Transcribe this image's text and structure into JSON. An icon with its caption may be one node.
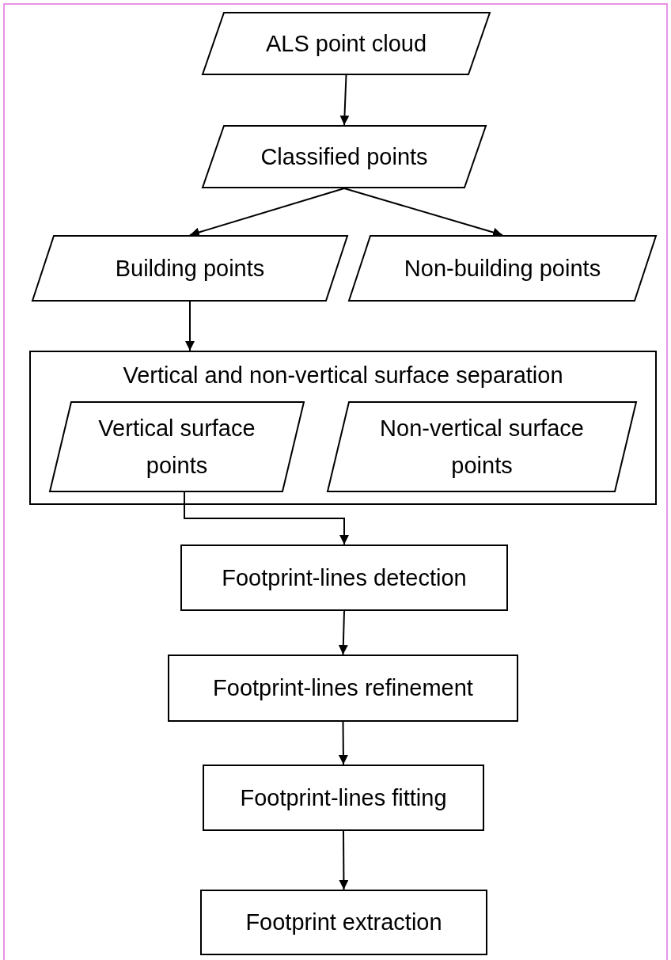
{
  "diagram": {
    "nodes": [
      {
        "text": [
          "ALS point cloud"
        ]
      },
      {
        "text": [
          "Classified points"
        ]
      },
      {
        "text": [
          "Building points"
        ]
      },
      {
        "text": [
          "Non-building points"
        ]
      },
      {
        "text": [
          "Vertical and non-vertical surface separation"
        ]
      },
      {
        "text": [
          "Vertical surface points"
        ],
        "in": 4
      },
      {
        "text": [
          "Non-vertical surface points"
        ],
        "in": 4
      },
      {
        "text": [
          "Footprint-lines detection"
        ]
      },
      {
        "text": [
          "Footprint-lines refinement"
        ]
      },
      {
        "text": [
          "Footprint-lines fitting"
        ]
      },
      {
        "text": [
          "Footprint extraction"
        ]
      }
    ],
    "edges": [
      {
        "from": 0,
        "to": 1,
        "arrow": "to"
      },
      {
        "from": 1,
        "to": 2,
        "arrow": "to"
      },
      {
        "from": 1,
        "to": 3,
        "arrow": "to"
      },
      {
        "from": 2,
        "to": 4,
        "arrow": "to"
      },
      {
        "from": 5,
        "to": 7,
        "arrow": "to"
      },
      {
        "from": 7,
        "to": 8,
        "arrow": "to"
      },
      {
        "from": 8,
        "to": 9,
        "arrow": "to"
      },
      {
        "from": 9,
        "to": 10,
        "arrow": "to"
      }
    ]
  }
}
